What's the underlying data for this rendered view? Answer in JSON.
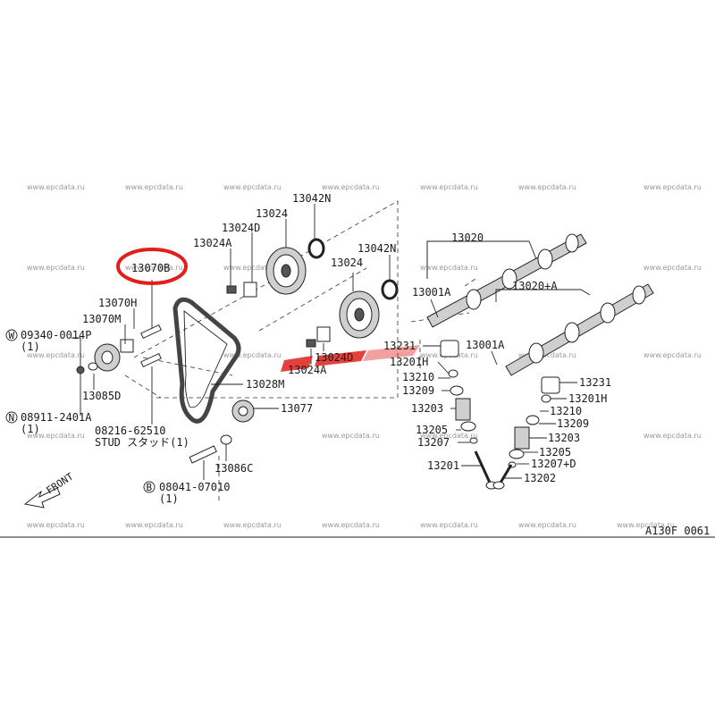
{
  "diagram": {
    "labels": {
      "p13042N_a": "13042N",
      "p13024_a": "13024",
      "p13024D_a": "13024D",
      "p13024A_a": "13024A",
      "p13070B": "13070B",
      "p13070H": "13070H",
      "p13070M": "13070M",
      "p09340": "09340-0014P",
      "q1_a": "(1)",
      "p13085D": "13085D",
      "p08911": "08911-2401A",
      "q1_b": "(1)",
      "p08216": "08216-62510",
      "stud": "STUD スタッド(1)",
      "p13028M": "13028M",
      "p13077": "13077",
      "p13086C": "13086C",
      "p08041": "08041-07010",
      "q1_c": "(1)",
      "p13042N_b": "13042N",
      "p13024_b": "13024",
      "p13024D_b": "13024D",
      "p13024A_b": "13024A",
      "p13020": "13020",
      "p13001A_a": "13001A",
      "p13020A": "13020+A",
      "p13231_a": "13231",
      "p13001A_b": "13001A",
      "p13201H_a": "13201H",
      "p13210_a": "13210",
      "p13209_a": "13209",
      "p13203_a": "13203",
      "p13205_a": "13205",
      "p13207_a": "13207",
      "p13201": "13201",
      "p13231_b": "13231",
      "p13201H_b": "13201H",
      "p13210_b": "13210",
      "p13209_b": "13209",
      "p13203_b": "13203",
      "p13205_b": "13205",
      "p13207D": "13207+D",
      "p13202": "13202",
      "front": "FRONT",
      "code": "A130F 0061"
    },
    "markers": {
      "w": "W",
      "n": "N",
      "b": "B"
    },
    "watermarks": {
      "w1": "www.epcdata.ru",
      "w2": "www.epcdata.ru",
      "w3": "www.epcdata.ru",
      "w4": "www.epcdata.ru",
      "w5": "www.epcdata.ru",
      "w6": "www.epcdata.ru",
      "w7": "www.epcdata.ru",
      "w8": "www.epcdata.ru",
      "w9": "www.epcdata.ru",
      "w10": "www.epcdata.ru",
      "w11": "www.epcdata.ru",
      "w12": "www.epcdata.ru",
      "w13": "www.epcdata.ru",
      "w14": "www.epcdata.ru",
      "w15": "www.epcdata.ru",
      "w16": "www.epcdata.ru",
      "w17": "www.epcdata.ru",
      "w18": "www.epcdata.ru",
      "w19": "www.epcdata.ru",
      "w20": "www.epcdata.ru",
      "w21": "www.epcdata.ru",
      "w22": "www.epcdata.ru",
      "w23": "www.epcdata.ru",
      "w24": "www.epcdata.ru",
      "w25": "www.epcdata.ru",
      "w26": "www.epcdata.ru",
      "w27": "www.epcdata.ru",
      "w28": "www.epcdata.ru"
    },
    "highlight_color": "#e0201c",
    "logo_color": "#e0201c"
  }
}
